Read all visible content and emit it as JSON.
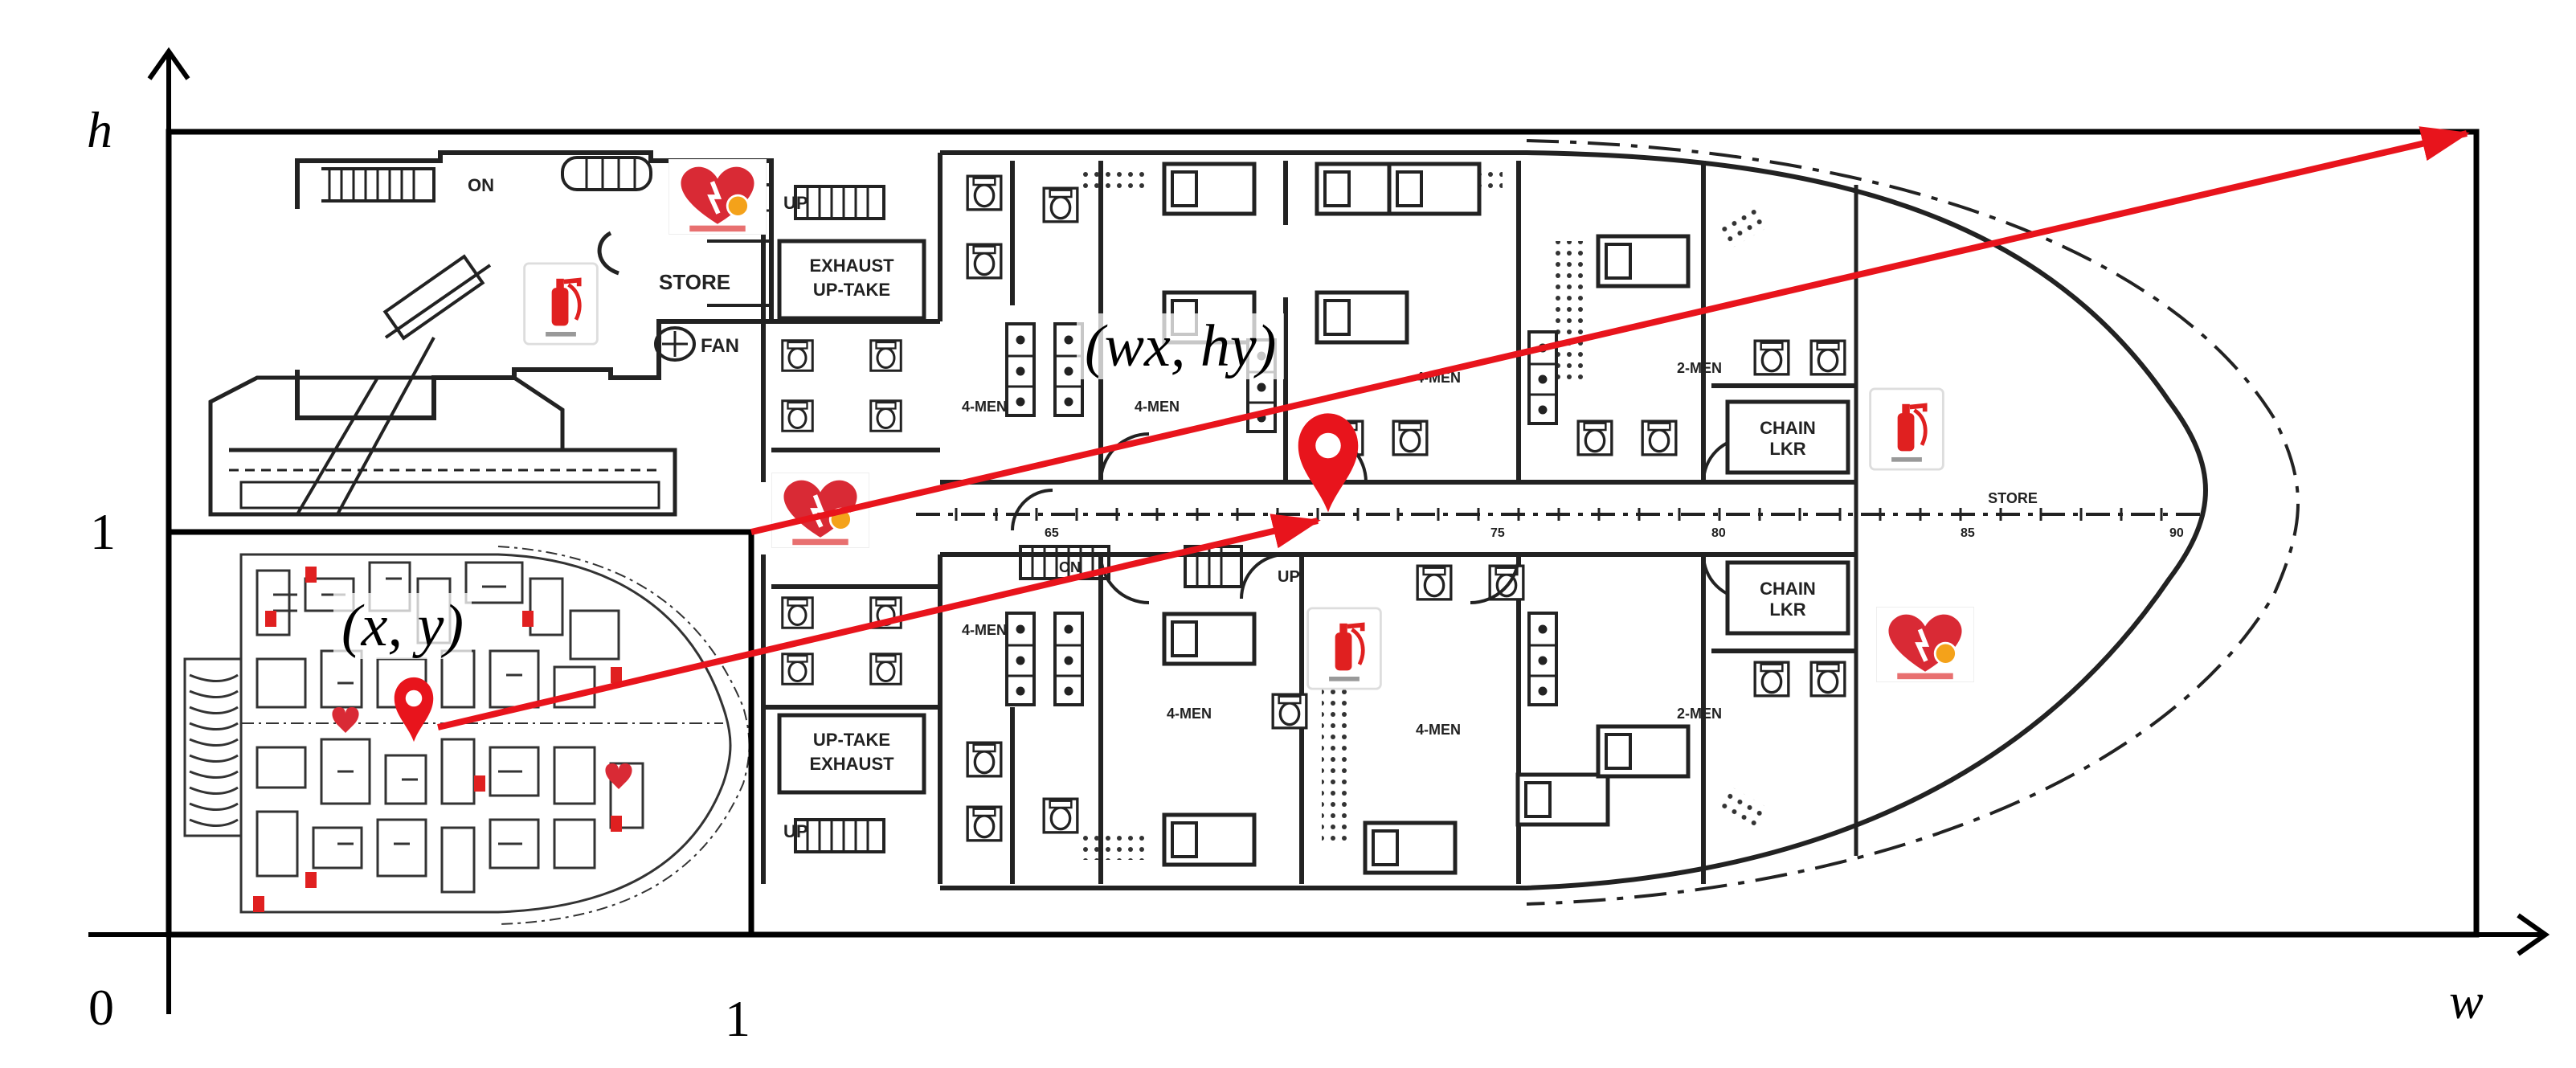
{
  "axes": {
    "origin_label": "0",
    "x_tick_label": "1",
    "y_tick_label": "1",
    "x_end_label": "w",
    "y_end_label": "h"
  },
  "points": {
    "small_label": "(x, y)",
    "large_label": "(wx, hy)"
  },
  "floor_plan": {
    "rooms": {
      "store_upper": "STORE",
      "fan": "FAN",
      "on": "ON",
      "up_upper": "UP",
      "up_lower": "UP",
      "up_mid": "UP",
      "on_mid": "ON",
      "exhaust_uptake": [
        "EXHAUST",
        "UP-TAKE"
      ],
      "uptake_exhaust": [
        "UP-TAKE",
        "EXHAUST"
      ],
      "men4_a": "4-MEN",
      "men4_b": "4-MEN",
      "men4_c": "4-MEN",
      "men4_d": "4-MEN",
      "men4_e": "4-MEN",
      "men4_f": "4-MEN",
      "men2_upper": "2-MEN",
      "men2_lower": "2-MEN",
      "chain_lkr_upper": [
        "CHAIN",
        "LKR"
      ],
      "chain_lkr_lower": [
        "CHAIN",
        "LKR"
      ],
      "store_bow": "STORE"
    },
    "frame_numbers": [
      "65",
      "75",
      "80",
      "85",
      "90"
    ]
  },
  "colors": {
    "arrow": "#e8141c",
    "marker": "#e8141c",
    "frame": "#000000",
    "plan_line": "#222222",
    "aed_heart": "#d92a35",
    "extinguisher": "#e02020"
  },
  "icons": {
    "location_marker": "map-pin-icon",
    "aed": "aed-heart-icon",
    "extinguisher": "fire-extinguisher-icon"
  }
}
